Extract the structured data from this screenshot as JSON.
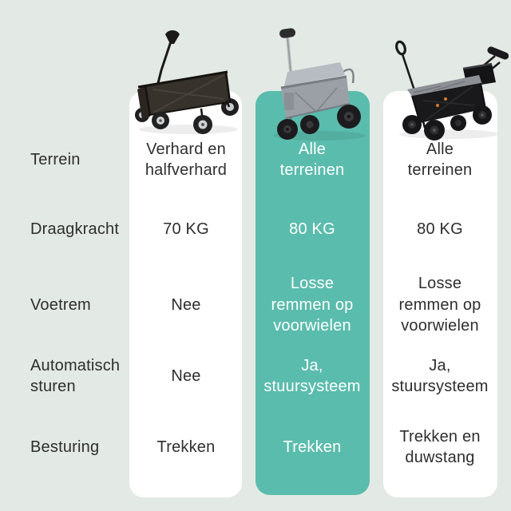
{
  "theme": {
    "background": "#e3e9e4",
    "card_white": "#ffffff",
    "accent_teal": "#5abcad",
    "text_dark": "#2e2e2e",
    "text_light": "#ffffff"
  },
  "products": [
    {
      "image": "black-foldable-pull-wagon-photo"
    },
    {
      "image": "grey-foldable-wagon-telescopic-handle-photo"
    },
    {
      "image": "black-wagon-with-push-bar-and-basket-photo"
    }
  ],
  "rows": [
    {
      "label": "Terrein",
      "values": [
        "Verhard en halfverhard",
        "Alle terreinen",
        "Alle terreinen"
      ]
    },
    {
      "label": "Draagkracht",
      "values": [
        "70 KG",
        "80 KG",
        "80 KG"
      ]
    },
    {
      "label": "Voetrem",
      "values": [
        "Nee",
        "Losse remmen op voorwielen",
        "Losse remmen op voorwielen"
      ]
    },
    {
      "label": "Automatisch sturen",
      "values": [
        "Nee",
        "Ja, stuursysteem",
        "Ja, stuursysteem"
      ]
    },
    {
      "label": "Besturing",
      "values": [
        "Trekken",
        "Trekken",
        "Trekken en duwstang"
      ]
    }
  ]
}
